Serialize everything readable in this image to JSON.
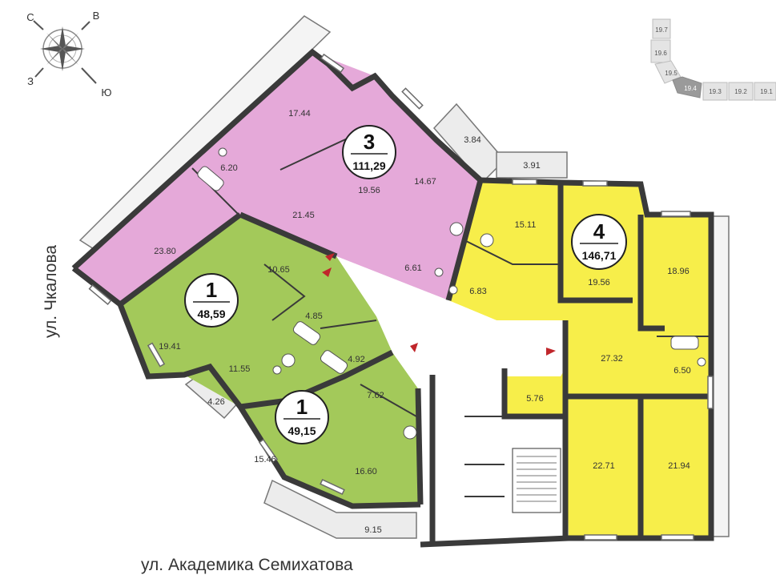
{
  "compass": {
    "north": "С",
    "east": "В",
    "south": "Ю",
    "west": "З"
  },
  "section_key": {
    "labels": [
      "19.7",
      "19.6",
      "19.5",
      "19.4",
      "19.3",
      "19.2",
      "19.1"
    ],
    "active": "19.4"
  },
  "streets": {
    "left": "ул. Чкалова",
    "bottom": "ул. Академика Семихатова"
  },
  "colors": {
    "apt3": "#e5a9d9",
    "apt1": "#a3c95a",
    "apt4": "#f7ee4a",
    "balcony": "#ececec",
    "wall": "#3a3a3a"
  },
  "apartments": [
    {
      "rooms": "3",
      "area": "111,29"
    },
    {
      "rooms": "1",
      "area": "48,59"
    },
    {
      "rooms": "1",
      "area": "49,15"
    },
    {
      "rooms": "4",
      "area": "146,71"
    }
  ],
  "rooms": {
    "a3": [
      "17.44",
      "6.20",
      "19.56",
      "14.67",
      "21.45",
      "23.80",
      "6.61",
      "3.84",
      "3.91"
    ],
    "a1a": [
      "10.65",
      "4.85",
      "19.41",
      "11.55",
      "4.26"
    ],
    "a1b": [
      "4.92",
      "7.62",
      "15.46",
      "16.60",
      "9.15"
    ],
    "a4": [
      "15.11",
      "6.83",
      "19.56",
      "18.96",
      "27.32",
      "6.50",
      "5.76",
      "22.71",
      "21.94"
    ]
  }
}
